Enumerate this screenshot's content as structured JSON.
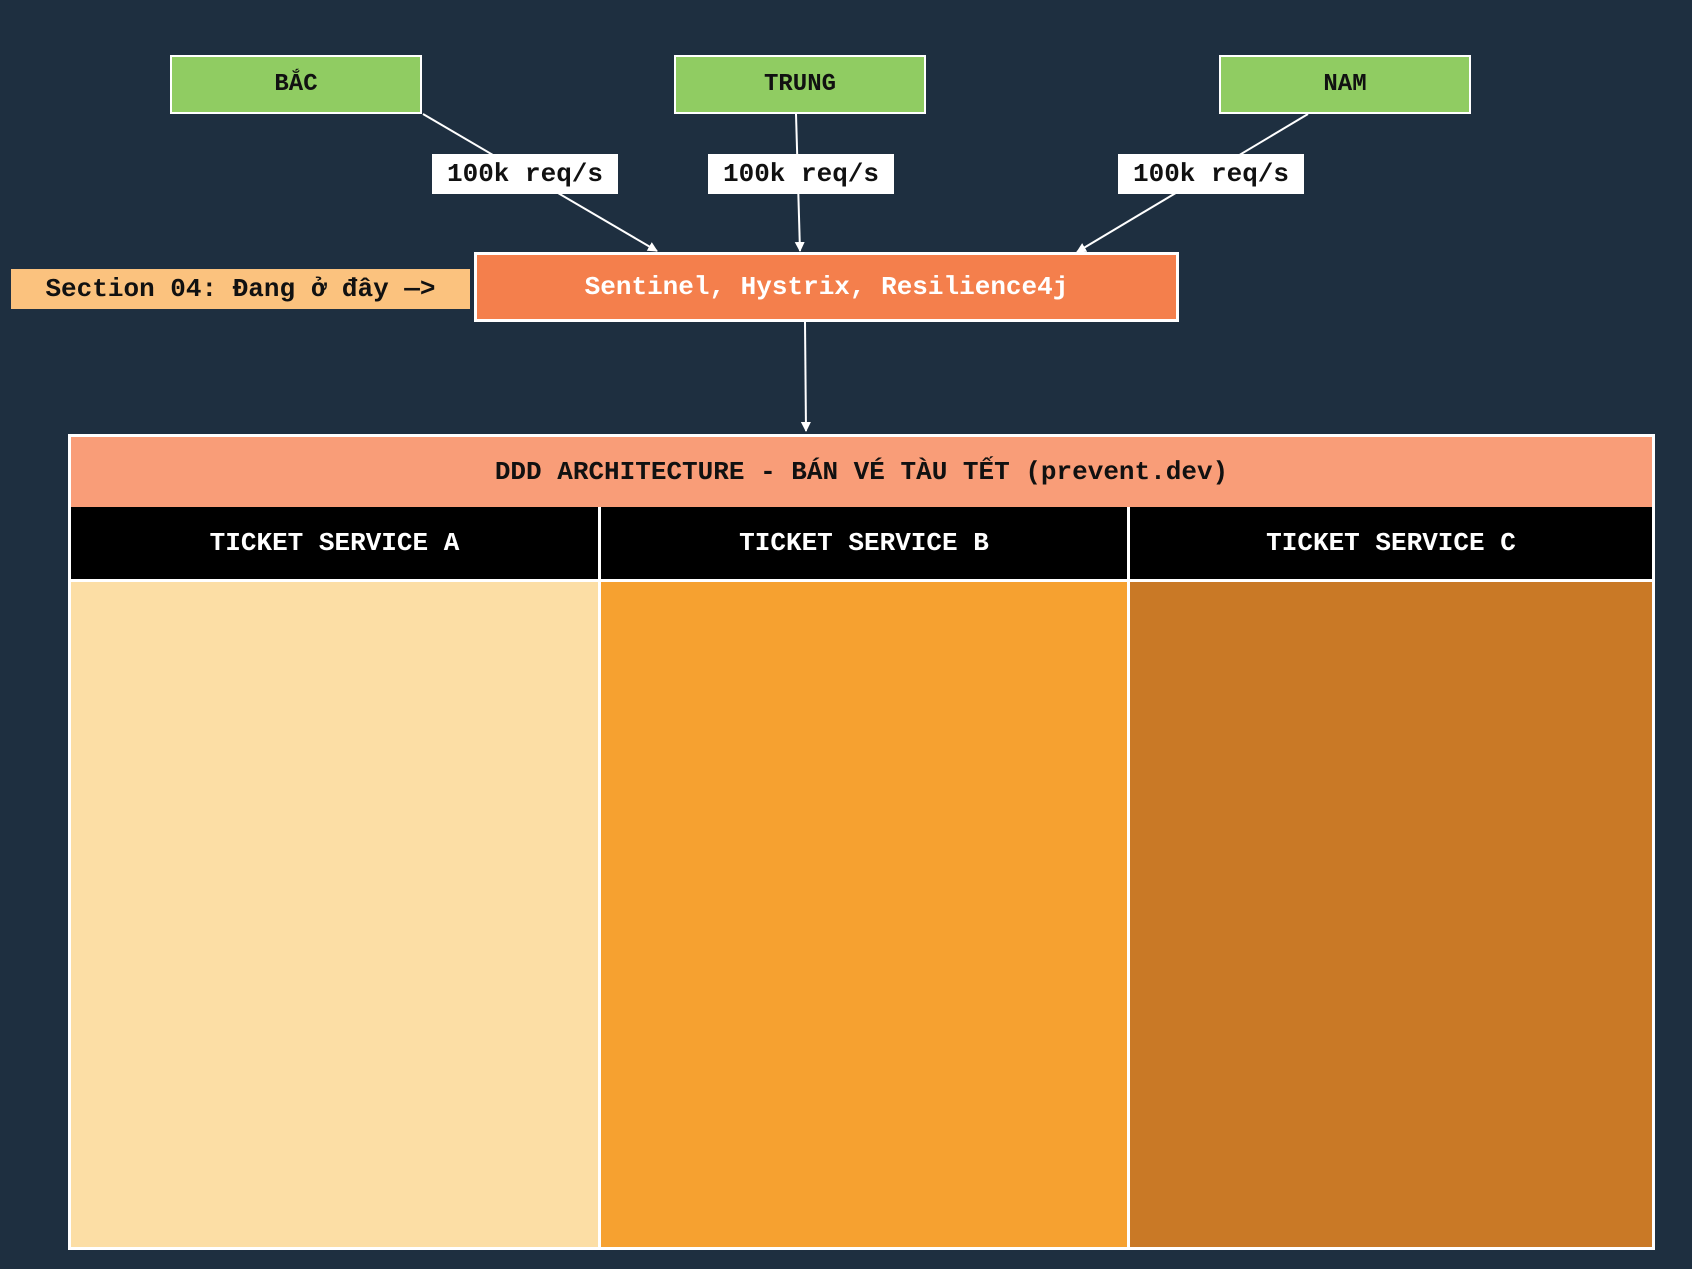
{
  "regions": [
    {
      "label": "BẮC"
    },
    {
      "label": "TRUNG"
    },
    {
      "label": "NAM"
    }
  ],
  "edges": [
    {
      "label": "100k req/s"
    },
    {
      "label": "100k req/s"
    },
    {
      "label": "100k req/s"
    }
  ],
  "gateway": {
    "label": "Sentinel, Hystrix, Resilience4j"
  },
  "callout": {
    "label": "Section 04: Đang ở đây —>"
  },
  "architecture": {
    "title": "DDD ARCHITECTURE - BÁN VÉ TÀU TẾT (prevent.dev)",
    "services": [
      {
        "label": "TICKET SERVICE A",
        "color": "#fcdea5"
      },
      {
        "label": "TICKET SERVICE B",
        "color": "#f6a130"
      },
      {
        "label": "TICKET SERVICE C",
        "color": "#c97926"
      }
    ]
  },
  "colors": {
    "background": "#1e2f40",
    "region": "#90cc62",
    "gateway": "#f47f4c",
    "callout": "#fbc27e",
    "arch_title": "#f99d78"
  }
}
